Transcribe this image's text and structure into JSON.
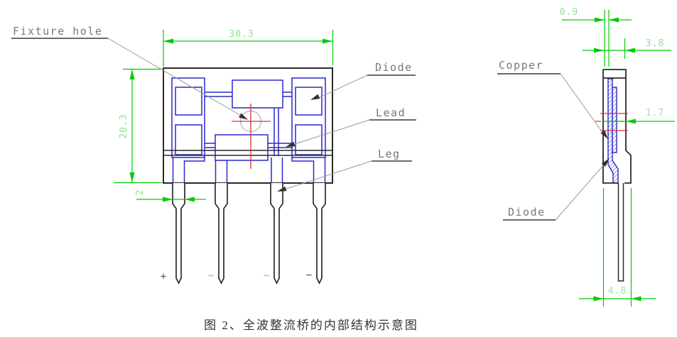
{
  "caption": "图 2、全波整流桥的内部结构示意图",
  "front_view": {
    "labels": {
      "fixture_hole": "Fixture hole",
      "diode": "Diode",
      "lead": "Lead",
      "leg": "Leg"
    },
    "dimensions": {
      "body_width": "30.3",
      "body_height": "20.3",
      "leg_width": "2"
    },
    "terminals": [
      "+",
      "~",
      "~",
      "−"
    ]
  },
  "side_view": {
    "labels": {
      "copper": "Copper",
      "diode": "Diode"
    },
    "dimensions": {
      "copper_thickness": "0.9",
      "body_thickness": "3.8",
      "lead_offset": "1.7",
      "base_width": "4.8"
    }
  },
  "colors": {
    "dimension_green": "#00cc00",
    "dimension_text_green": "#8ee08e",
    "trace_blue": "#2828cc",
    "hole_marker_red": "#e03030",
    "outline_black": "#2a2a2a",
    "leader_gray": "#9a9a9a",
    "label_gray": "#787878"
  }
}
